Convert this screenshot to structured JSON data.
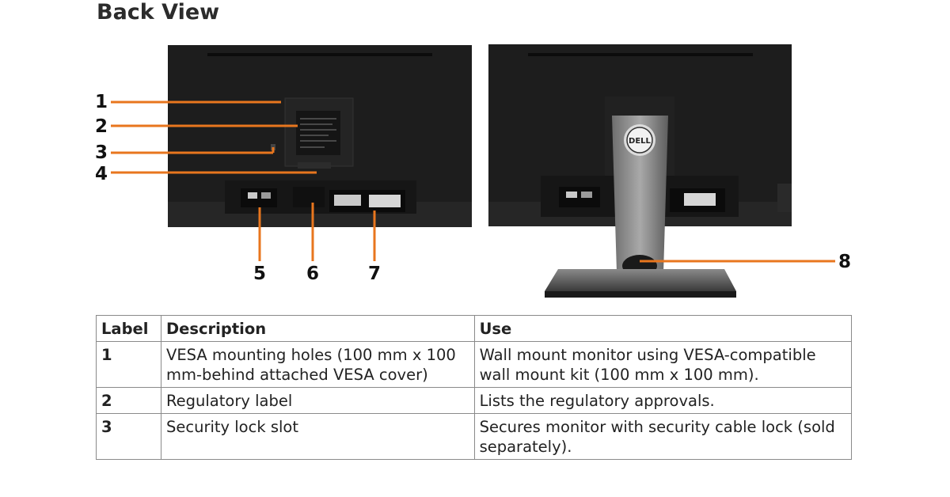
{
  "heading": "Back View",
  "callouts": [
    "1",
    "2",
    "3",
    "4",
    "5",
    "6",
    "7",
    "8"
  ],
  "brand_logo": "DELL",
  "colors": {
    "leader_line": "#e8761e",
    "monitor_body": "#1c1c1c",
    "table_border": "#8a8a8a"
  },
  "table": {
    "headers": [
      "Label",
      "Description",
      "Use"
    ],
    "rows": [
      {
        "label": "1",
        "description": "VESA mounting holes (100 mm x 100 mm-behind attached VESA cover)",
        "use": "Wall mount monitor using VESA-compatible wall mount kit (100 mm x 100 mm)."
      },
      {
        "label": "2",
        "description": "Regulatory label",
        "use": "Lists the regulatory approvals."
      },
      {
        "label": "3",
        "description": "Security lock slot",
        "use": "Secures monitor with security cable lock (sold separately)."
      }
    ]
  }
}
